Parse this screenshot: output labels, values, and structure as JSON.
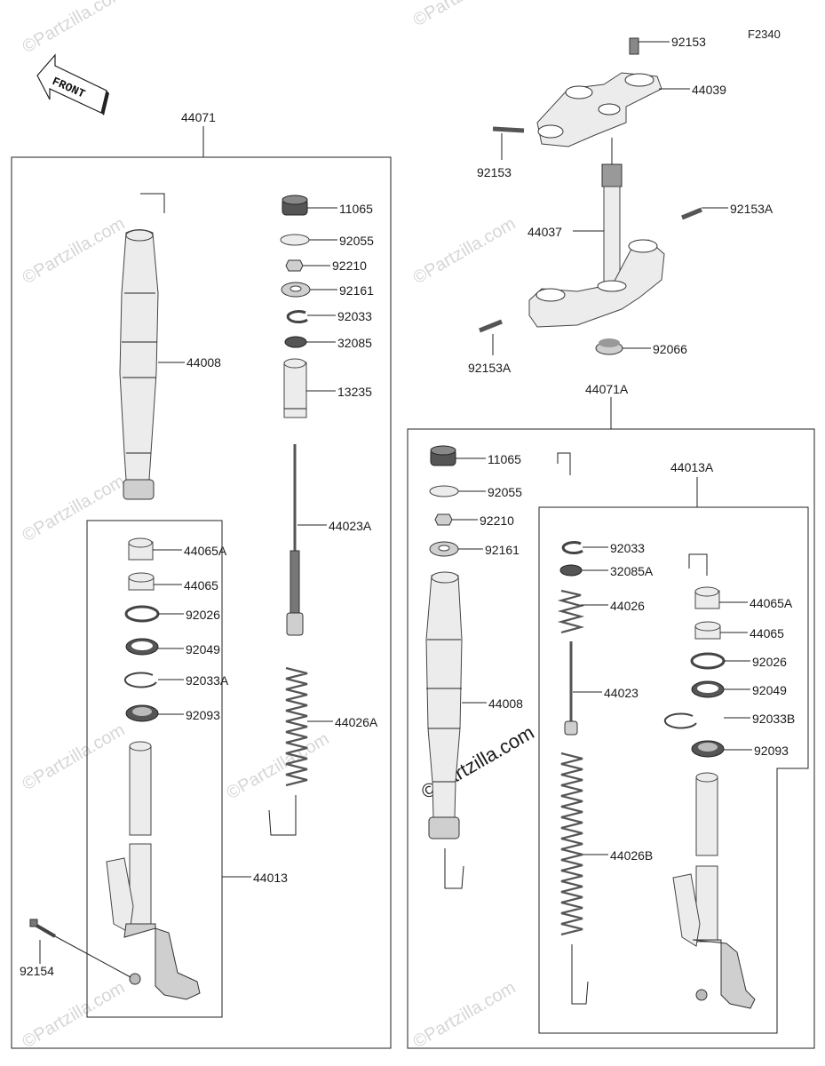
{
  "figure_id": "F2340",
  "front_label": "FRONT",
  "watermark": "©Partzilla.com",
  "groups": {
    "left_assembly": "44071",
    "left_inner": "44013",
    "right_assembly": "44071A",
    "right_inner": "44013A"
  },
  "labels": {
    "p92153_top": "92153",
    "p44039": "44039",
    "p92153_left": "92153",
    "p92153A_right": "92153A",
    "p44037": "44037",
    "p92153A_left": "92153A",
    "p92066": "92066",
    "L_11065": "11065",
    "L_92055": "92055",
    "L_92210": "92210",
    "L_92161": "92161",
    "L_92033": "92033",
    "L_32085": "32085",
    "L_13235": "13235",
    "L_44008": "44008",
    "L_44023A": "44023A",
    "L_44026A": "44026A",
    "L_44065A": "44065A",
    "L_44065": "44065",
    "L_92026": "92026",
    "L_92049": "92049",
    "L_92033A": "92033A",
    "L_92093": "92093",
    "L_92154": "92154",
    "R_11065": "11065",
    "R_92055": "92055",
    "R_92210": "92210",
    "R_92161": "92161",
    "R_44008": "44008",
    "R_92033": "92033",
    "R_32085A": "32085A",
    "R_44026": "44026",
    "R_44023": "44023",
    "R_44026B": "44026B",
    "R_44065A": "44065A",
    "R_44065": "44065",
    "R_92026": "92026",
    "R_92049": "92049",
    "R_92033B": "92033B",
    "R_92093": "92093"
  }
}
